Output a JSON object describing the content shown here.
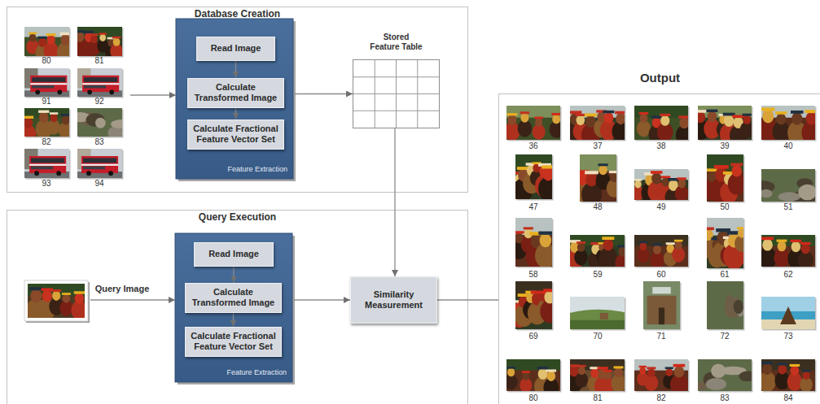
{
  "diagram": {
    "nodes": [
      {
        "text": [
          "Database Creation"
        ]
      },
      {
        "text": [
          "Feature Extraction"
        ],
        "in": 0
      },
      {
        "text": [
          "Read Image"
        ],
        "in": 1
      },
      {
        "text": [
          "Calculate Transformed Image"
        ],
        "in": 1
      },
      {
        "text": [
          "Calculate Fractional Feature Vector Set"
        ],
        "in": 1
      },
      {
        "text": [
          "Stored Feature Table"
        ],
        "in": 0
      },
      {
        "text": [
          "Query Execution"
        ]
      },
      {
        "text": [
          "Feature Extraction"
        ],
        "in": 6
      },
      {
        "text": [
          "Read Image"
        ],
        "in": 7
      },
      {
        "text": [
          "Calculate Transformed Image"
        ],
        "in": 7
      },
      {
        "text": [
          "Calculate Fractional Feature Vector Set"
        ],
        "in": 7
      },
      {
        "text": [
          "Similarity Measurement"
        ],
        "in": 6
      },
      {
        "text": [
          "Output"
        ]
      }
    ],
    "edges": [
      {
        "from": 2,
        "to": 3,
        "arrow": "to"
      },
      {
        "from": 3,
        "to": 4,
        "arrow": "to"
      },
      {
        "from": 1,
        "to": 5,
        "arrow": "to"
      },
      {
        "from": 8,
        "to": 9,
        "arrow": "to"
      },
      {
        "from": 9,
        "to": 10,
        "arrow": "to"
      },
      {
        "from": 7,
        "to": 11,
        "arrow": "to"
      },
      {
        "from": 5,
        "to": 11,
        "arrow": "to"
      },
      {
        "from": 11,
        "to": 12,
        "arrow": "none"
      }
    ],
    "labels": [
      "80",
      "81",
      "91",
      "92",
      "82",
      "83",
      "93",
      "94",
      "Query Image",
      "36",
      "37",
      "38",
      "39",
      "40",
      "47",
      "48",
      "49",
      "50",
      "51",
      "58",
      "59",
      "60",
      "61",
      "62",
      "69",
      "70",
      "71",
      "72",
      "73",
      "80",
      "81",
      "82",
      "83",
      "84"
    ]
  }
}
